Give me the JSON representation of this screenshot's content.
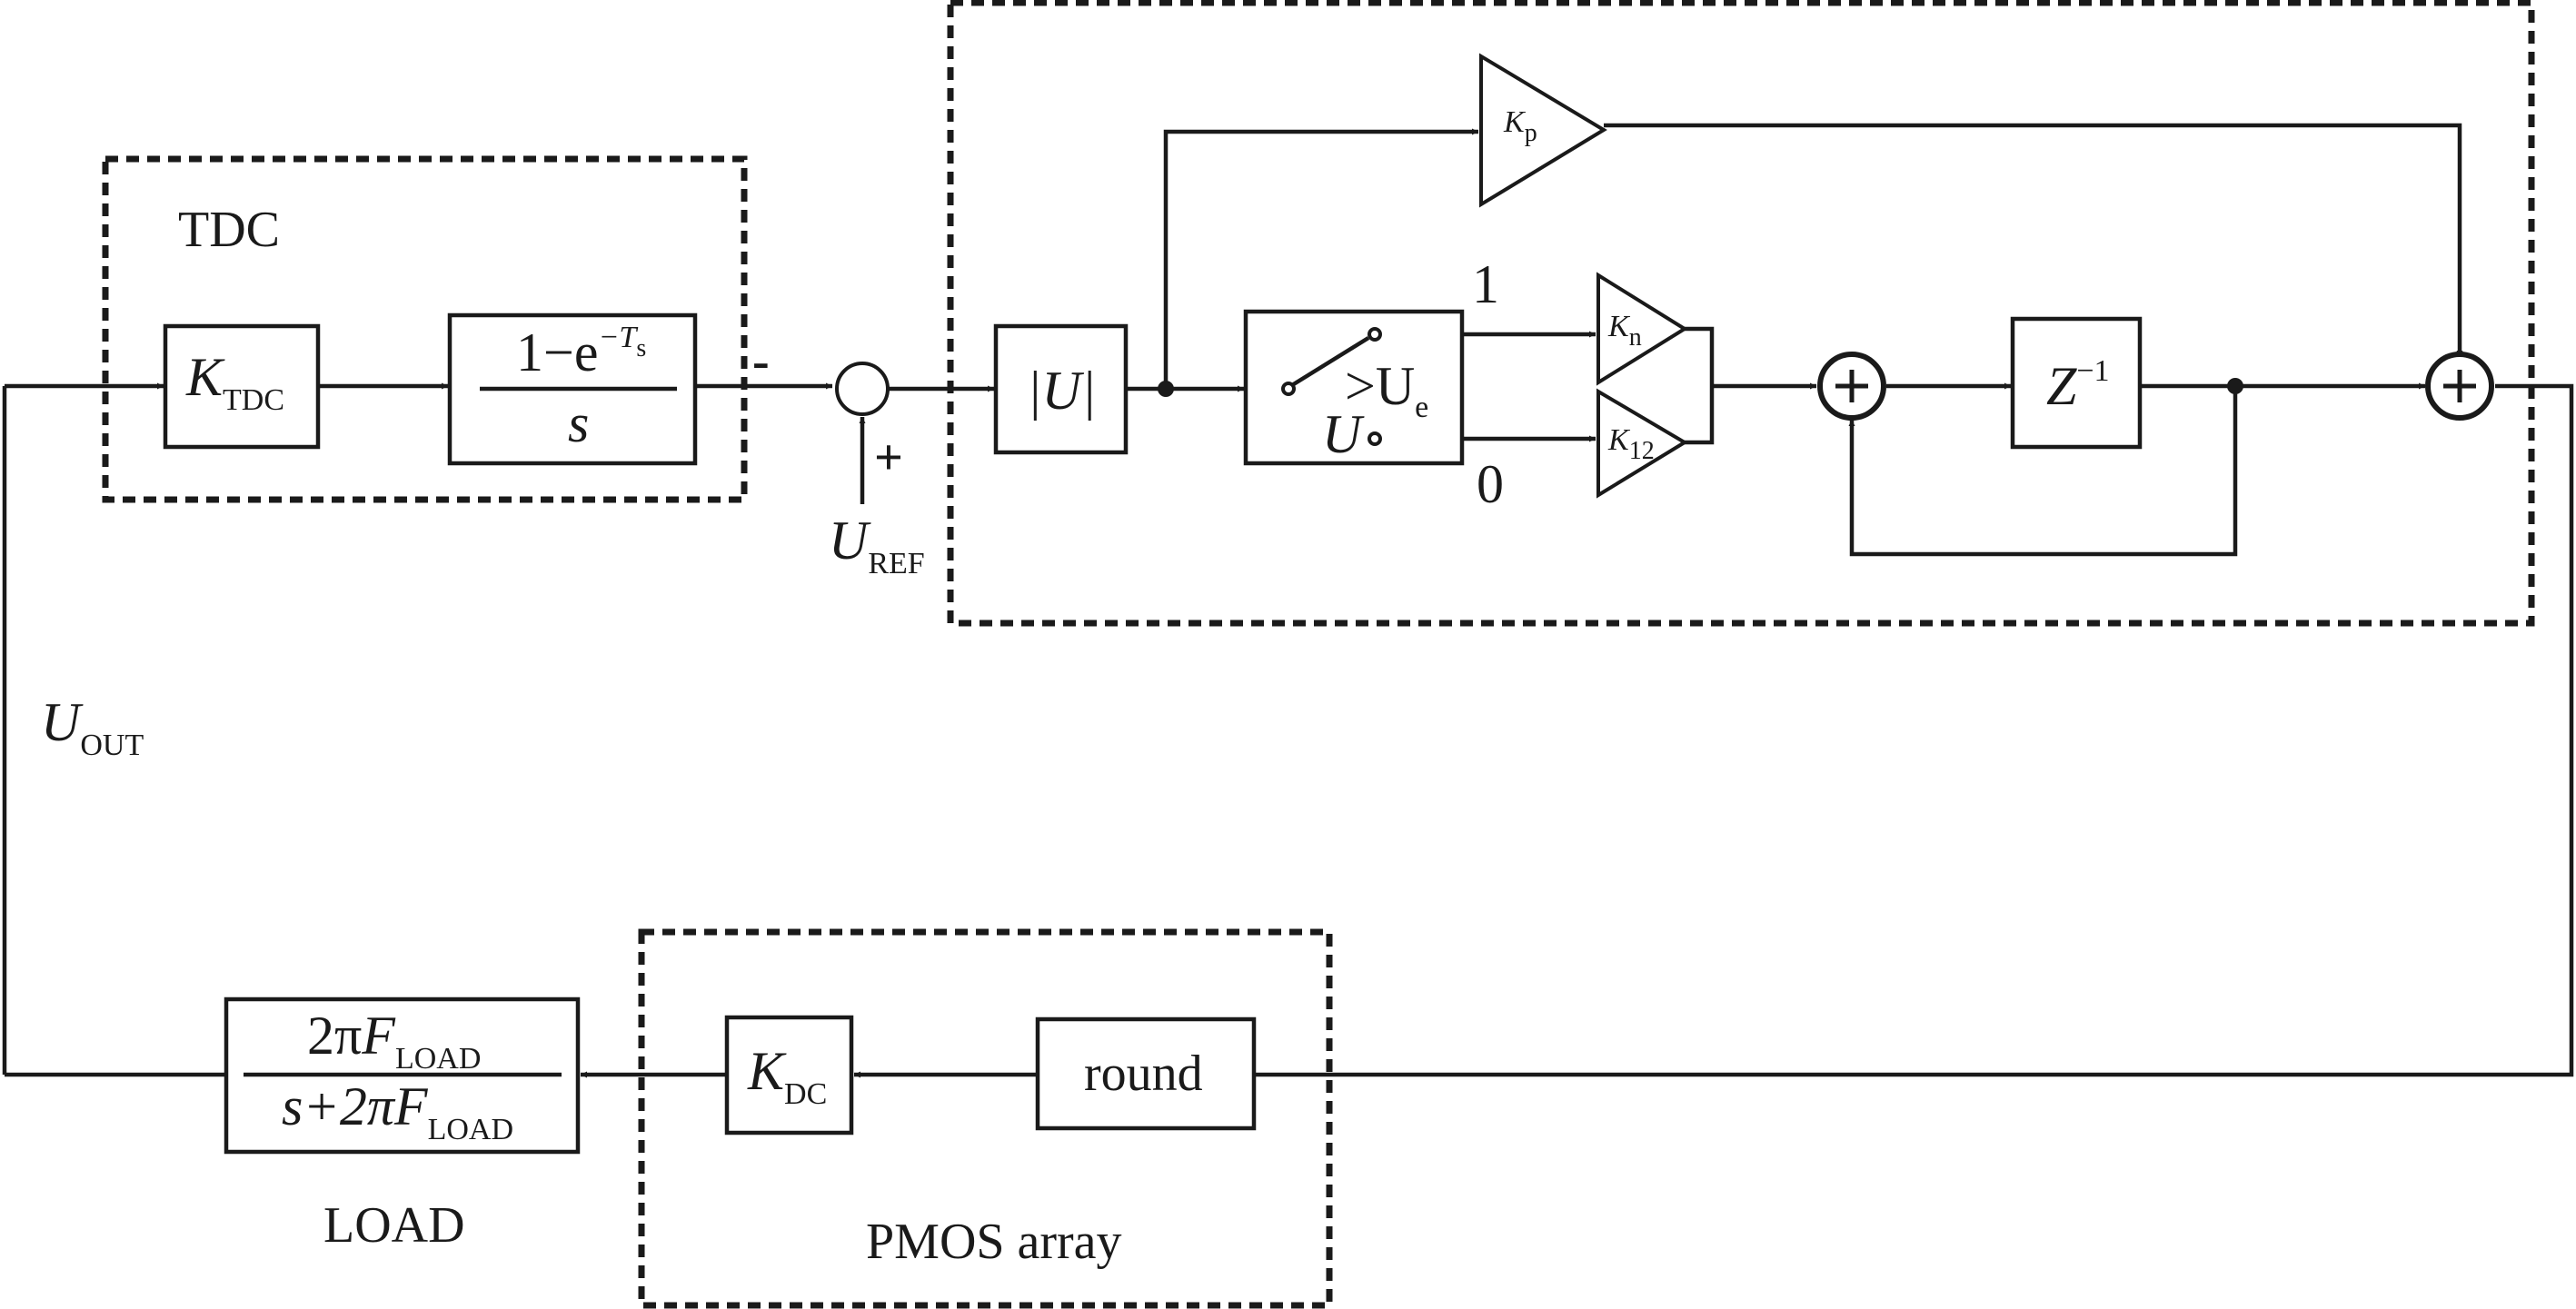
{
  "groups": {
    "tdc": "TDC",
    "pmos": "PMOS array",
    "load": "LOAD"
  },
  "blocks": {
    "k_tdc": {
      "main": "K",
      "sub": "TDC"
    },
    "integrator": {
      "numerator": "1−e",
      "exp": "−T",
      "exp_sub": "s",
      "denominator": "s"
    },
    "abs": "|U|",
    "comparator": {
      "gt": ">U",
      "gt_sub": "e",
      "u": "U"
    },
    "kp": {
      "main": "K",
      "sub": "p"
    },
    "kn": {
      "main": "K",
      "sub": "n"
    },
    "k12": {
      "main": "K",
      "sub": "12"
    },
    "delay": {
      "main": "Z",
      "exp": "−1"
    },
    "round": "round",
    "k_dc": {
      "main": "K",
      "sub": "DC"
    },
    "load_tf": {
      "num_prefix": "2π",
      "num_var": "F",
      "num_sub": "LOAD",
      "den_prefix": "s+2π",
      "den_var": "F",
      "den_sub": "LOAD"
    }
  },
  "labels": {
    "minus": "-",
    "plus": "+",
    "one": "1",
    "zero": "0",
    "uref": {
      "main": "U",
      "sub": "REF"
    },
    "uout": {
      "main": "U",
      "sub": "OUT"
    }
  }
}
